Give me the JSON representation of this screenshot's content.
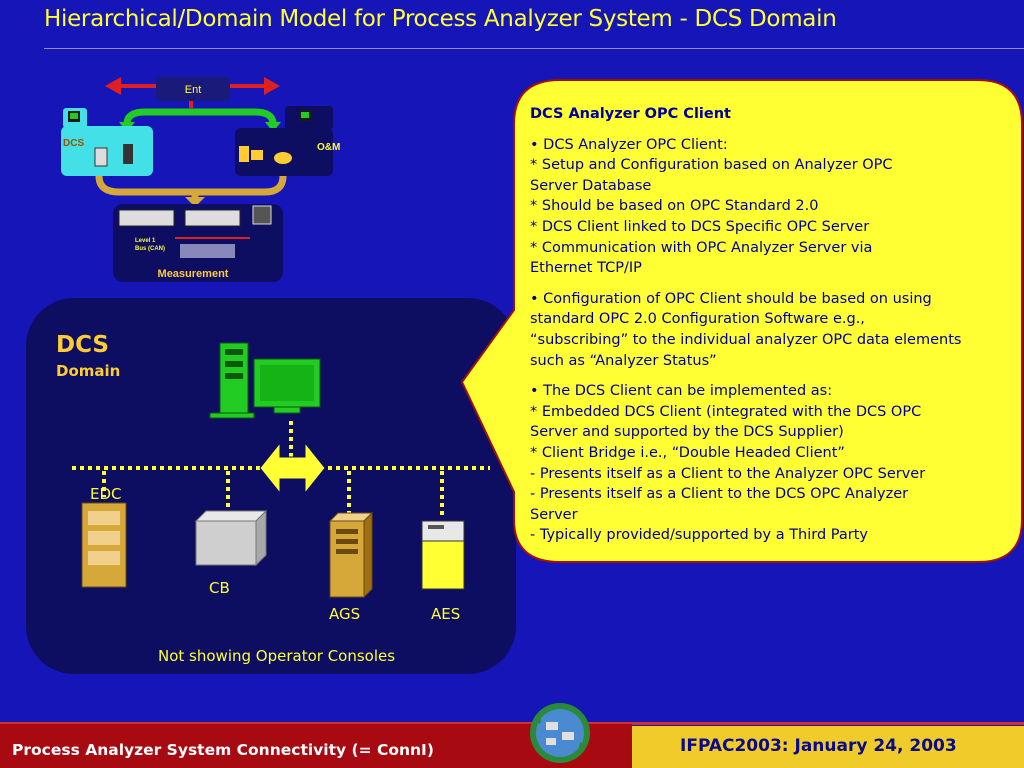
{
  "title": "Hierarchical/Domain Model for Process Analyzer System -  DCS Domain",
  "overview": {
    "ent_label": "Ent",
    "dcs_label": "DCS",
    "om_label": "O&M",
    "level_label_line1": "Level 1",
    "level_label_line2": "Bus  (CAN)",
    "measurement_label": "Measurement"
  },
  "domain": {
    "title": "DCS",
    "subtitle": "Domain",
    "nodes": [
      "EDC",
      "CB",
      "AGS",
      "AES"
    ],
    "note": "Not showing Operator Consoles"
  },
  "callout": {
    "heading": "DCS Analyzer OPC Client",
    "bullets": [
      [
        "• DCS Analyzer OPC Client:",
        "   *  Setup and Configuration based on Analyzer OPC",
        "       Server Database",
        "   *  Should be based on OPC Standard 2.0",
        "   *  DCS Client linked to DCS Specific OPC Server",
        "   *  Communication with OPC Analyzer Server via",
        "       Ethernet TCP/IP"
      ],
      [
        "• Configuration of OPC Client should be based on using",
        "   standard OPC 2.0 Configuration Software e.g.,",
        "   “subscribing” to the individual analyzer OPC data elements",
        "   such as “Analyzer Status”"
      ],
      [
        "• The DCS Client can be implemented as:",
        "   *  Embedded DCS Client (integrated with the DCS OPC",
        "       Server and supported by the DCS Supplier)",
        "   *  Client Bridge i.e., “Double Headed Client”",
        "       - Presents itself as a Client to the Analyzer OPC Server",
        "       - Presents itself as a Client to the DCS OPC Analyzer",
        "         Server",
        "       - Typically provided/supported by a Third Party"
      ]
    ]
  },
  "footer": {
    "left": "Process Analyzer System Connectivity  (= ConnI)",
    "right": "IFPAC2003: January 24, 2003"
  },
  "colors": {
    "background": "#1515b8",
    "title": "#ffff33",
    "callout_fill": "#ffff33",
    "callout_border": "#a01010",
    "footer_red": "#a80a12",
    "footer_gold": "#f0cc2a"
  }
}
